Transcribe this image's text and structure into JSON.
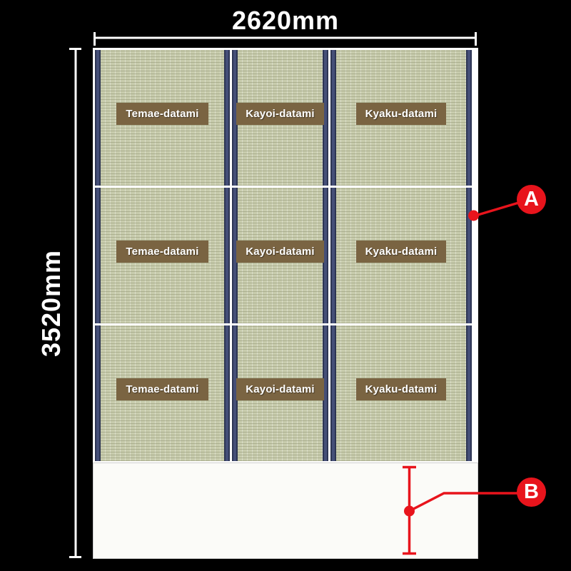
{
  "diagram": {
    "type": "tatami-room-layout",
    "dimensions": {
      "width": "2620mm",
      "height": "3520mm"
    },
    "mats": {
      "rows": [
        {
          "cells": [
            "Temae-datami",
            "Kayoi-datami",
            "Kyaku-datami"
          ]
        },
        {
          "cells": [
            "Temae-datami",
            "Kayoi-datami",
            "Kyaku-datami"
          ]
        },
        {
          "cells": [
            "Temae-datami",
            "Kayoi-datami",
            "Kyaku-datami"
          ]
        }
      ]
    },
    "annotations": {
      "a": "A",
      "b": "B"
    },
    "colors": {
      "background": "#000000",
      "tatami": "#c8ccad",
      "mat_border_navy": "#3b4468",
      "label_brown": "#7a6442",
      "annotation_red": "#e8141c",
      "dimension_white": "#ffffff",
      "lower_area": "#fbfbf8"
    }
  }
}
